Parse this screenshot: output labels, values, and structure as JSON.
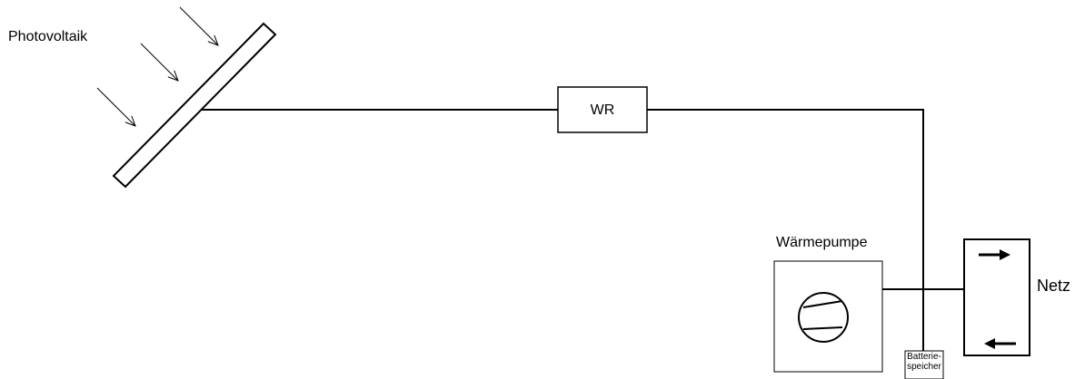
{
  "labels": {
    "photovoltaik": "Photovoltaik",
    "wr": "WR",
    "waermepumpe": "Wärmepumpe",
    "netz": "Netz",
    "batterie": "Batterie- speicher"
  },
  "colors": {
    "line": "#000000",
    "background": "#ffffff"
  },
  "icons": [
    "sun-ray-arrow-icon",
    "pv-panel-icon",
    "compressor-icon",
    "arrow-right-icon",
    "arrow-left-icon"
  ]
}
